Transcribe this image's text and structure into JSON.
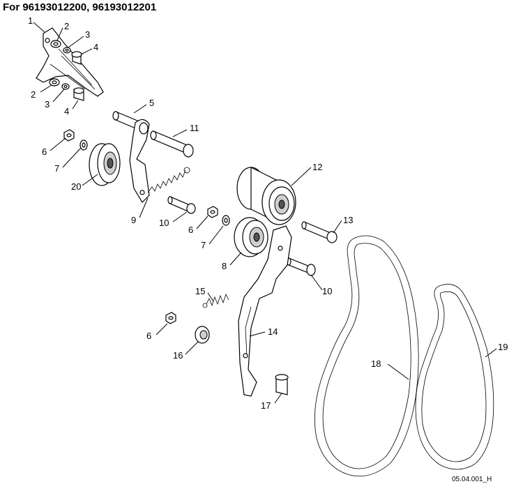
{
  "header": {
    "title": "For 96193012200, 96193012201"
  },
  "footer": {
    "drawing_code": "05.04.001_H"
  },
  "callouts": [
    {
      "id": "c1",
      "label": "1"
    },
    {
      "id": "c2a",
      "label": "2"
    },
    {
      "id": "c3a",
      "label": "3"
    },
    {
      "id": "c4a",
      "label": "4"
    },
    {
      "id": "c2b",
      "label": "2"
    },
    {
      "id": "c3b",
      "label": "3"
    },
    {
      "id": "c4b",
      "label": "4"
    },
    {
      "id": "c5",
      "label": "5"
    },
    {
      "id": "c11",
      "label": "11"
    },
    {
      "id": "c6a",
      "label": "6"
    },
    {
      "id": "c7a",
      "label": "7"
    },
    {
      "id": "c20",
      "label": "20"
    },
    {
      "id": "c9",
      "label": "9"
    },
    {
      "id": "c12",
      "label": "12"
    },
    {
      "id": "c10a",
      "label": "10"
    },
    {
      "id": "c6b",
      "label": "6"
    },
    {
      "id": "c7b",
      "label": "7"
    },
    {
      "id": "c13",
      "label": "13"
    },
    {
      "id": "c8",
      "label": "8"
    },
    {
      "id": "c10b",
      "label": "10"
    },
    {
      "id": "c15",
      "label": "15"
    },
    {
      "id": "c14",
      "label": "14"
    },
    {
      "id": "c6c",
      "label": "6"
    },
    {
      "id": "c16",
      "label": "16"
    },
    {
      "id": "c18",
      "label": "18"
    },
    {
      "id": "c19",
      "label": "19"
    },
    {
      "id": "c17",
      "label": "17"
    }
  ]
}
